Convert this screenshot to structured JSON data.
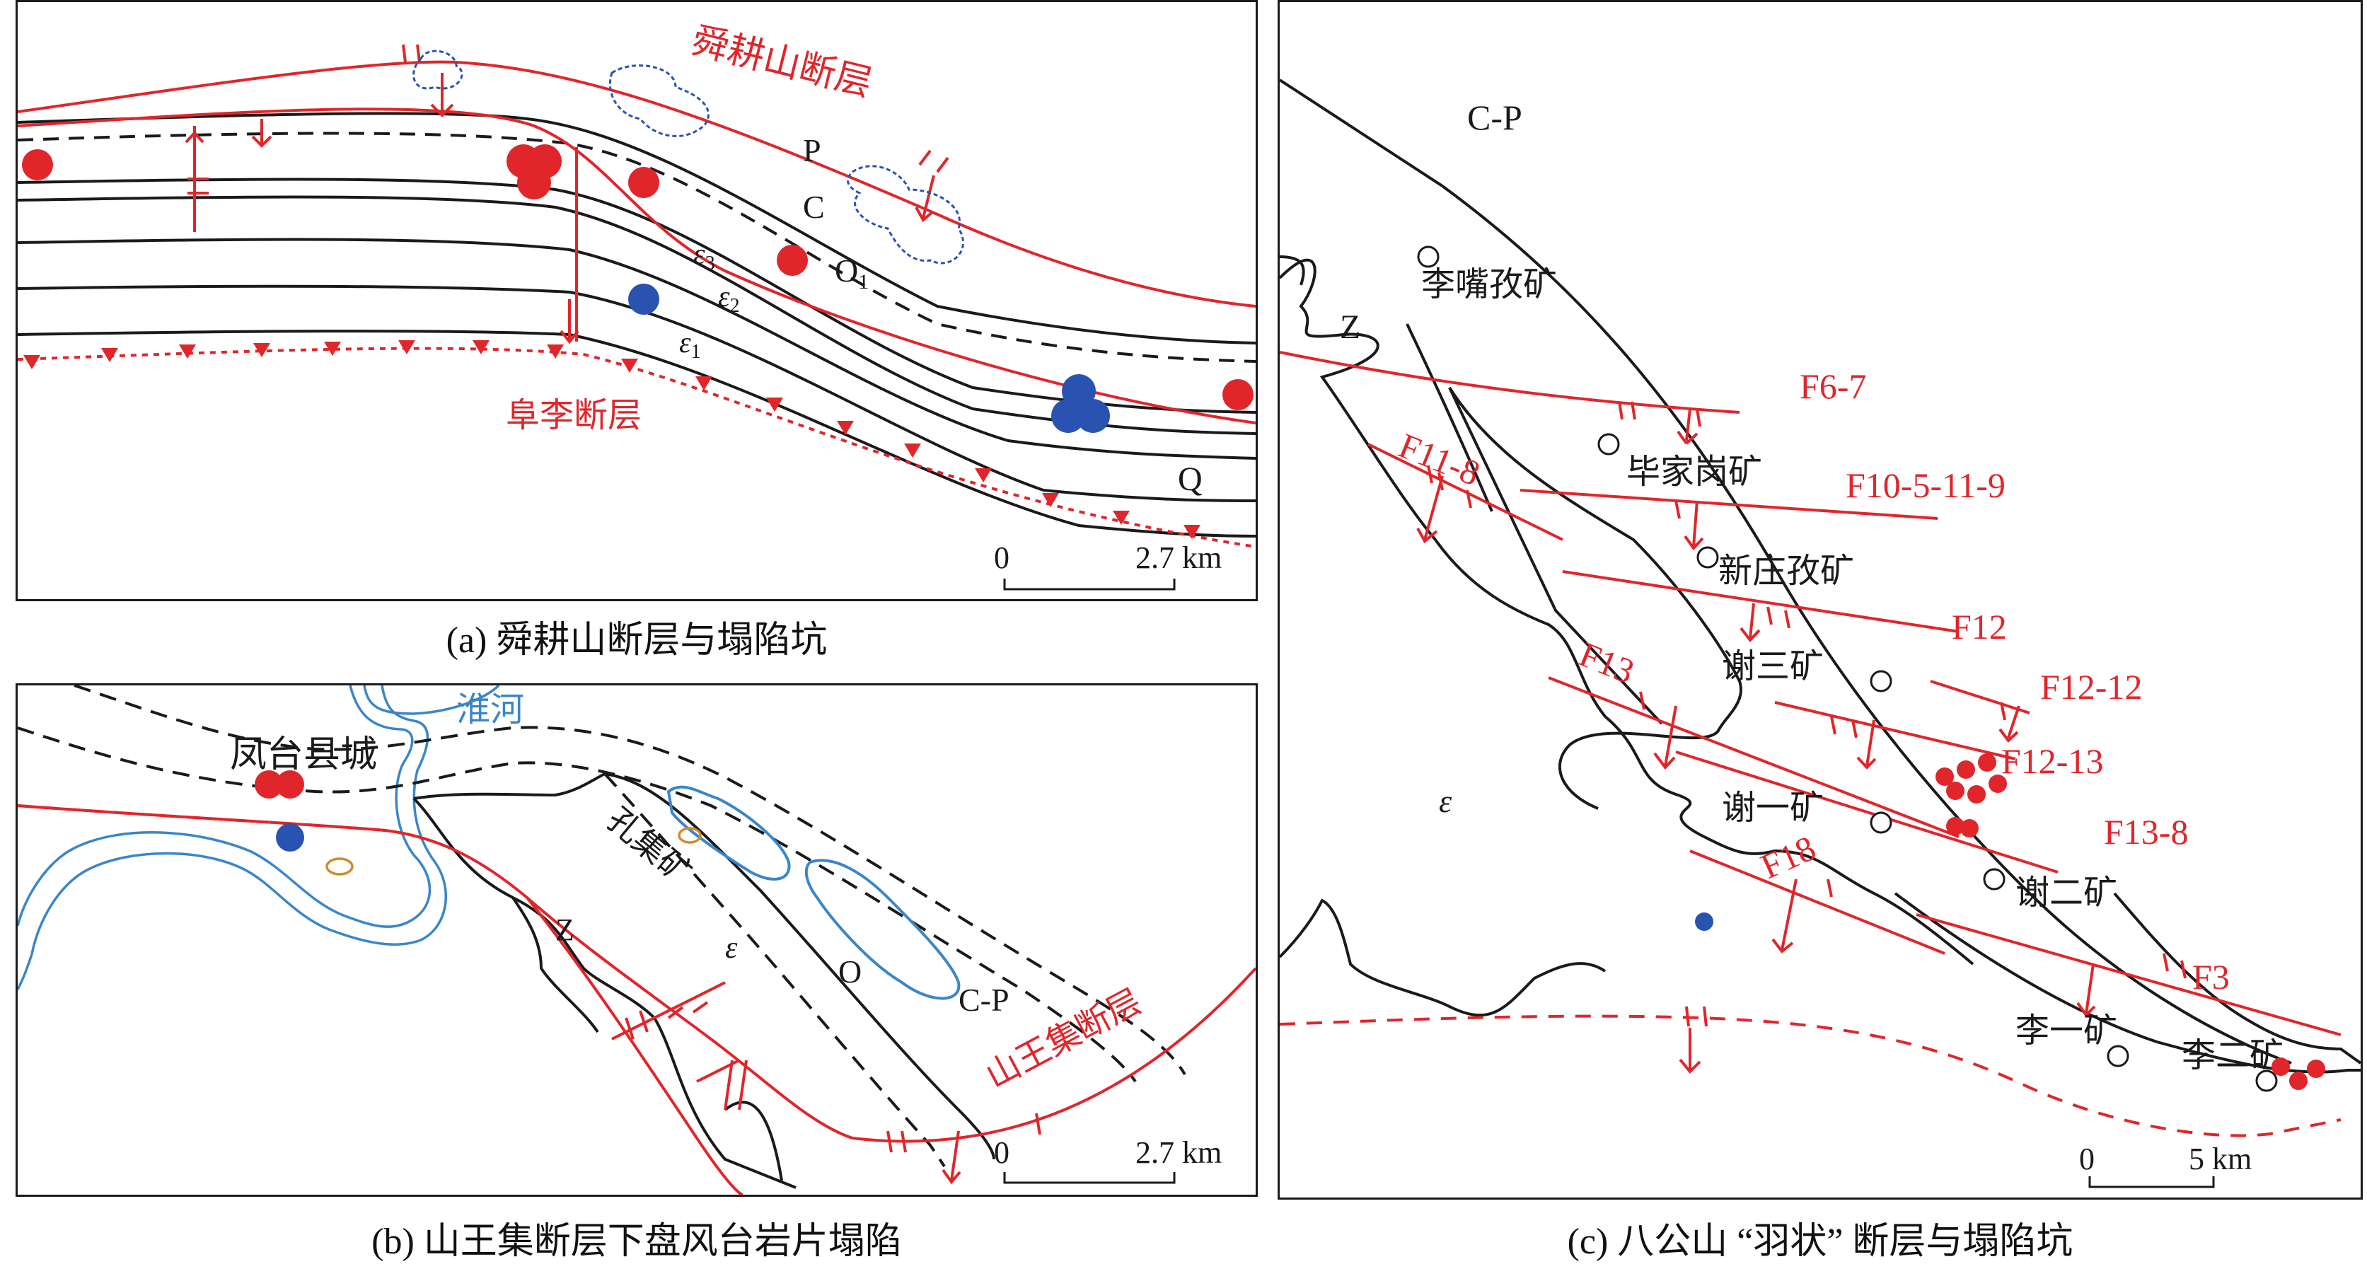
{
  "colors": {
    "fault": "#e0262b",
    "strata": "#1a1a1a",
    "water": "#3a86c8",
    "pit_red": "#e0262b",
    "pit_blue": "#2a52b0",
    "mine_orange": "#d08a2a"
  },
  "panel_a": {
    "caption": "(a) 舜耕山断层与塌陷坑",
    "fault_top": "舜耕山断层",
    "fault_bottom": "阜李断层",
    "labels": {
      "P": "P",
      "C": "C",
      "O1": "O",
      "O1_sub": "1",
      "e3": "ε",
      "e3_sub": "3",
      "e2": "ε",
      "e2_sub": "2",
      "e1": "ε",
      "e1_sub": "1",
      "Q": "Q"
    },
    "scale": {
      "zero": "0",
      "dist": "2.7 km"
    }
  },
  "panel_b": {
    "caption": "(b) 山王集断层下盘风台岩片塌陷",
    "river": "淮河",
    "town": "凤台县城",
    "mine": "孔集矿",
    "fault": "山王集断层",
    "labels": {
      "Z": "Z",
      "e": "ε",
      "O": "O",
      "CP": "C-P"
    },
    "scale": {
      "zero": "0",
      "dist": "2.7 km"
    }
  },
  "panel_c": {
    "caption": "(c) 八公山 “羽状” 断层与塌陷坑",
    "labels": {
      "CP": "C-P",
      "Z": "Z",
      "e": "ε"
    },
    "mines": [
      "李嘴孜矿",
      "毕家岗矿",
      "新庄孜矿",
      "谢三矿",
      "谢一矿",
      "谢二矿",
      "李一矿",
      "李二矿"
    ],
    "faults": [
      "F6-7",
      "F11-8",
      "F10-5-11-9",
      "F12",
      "F13",
      "F12-12",
      "F12-13",
      "F13-8",
      "F18",
      "F3"
    ],
    "scale": {
      "zero": "0",
      "dist": "5 km"
    }
  }
}
